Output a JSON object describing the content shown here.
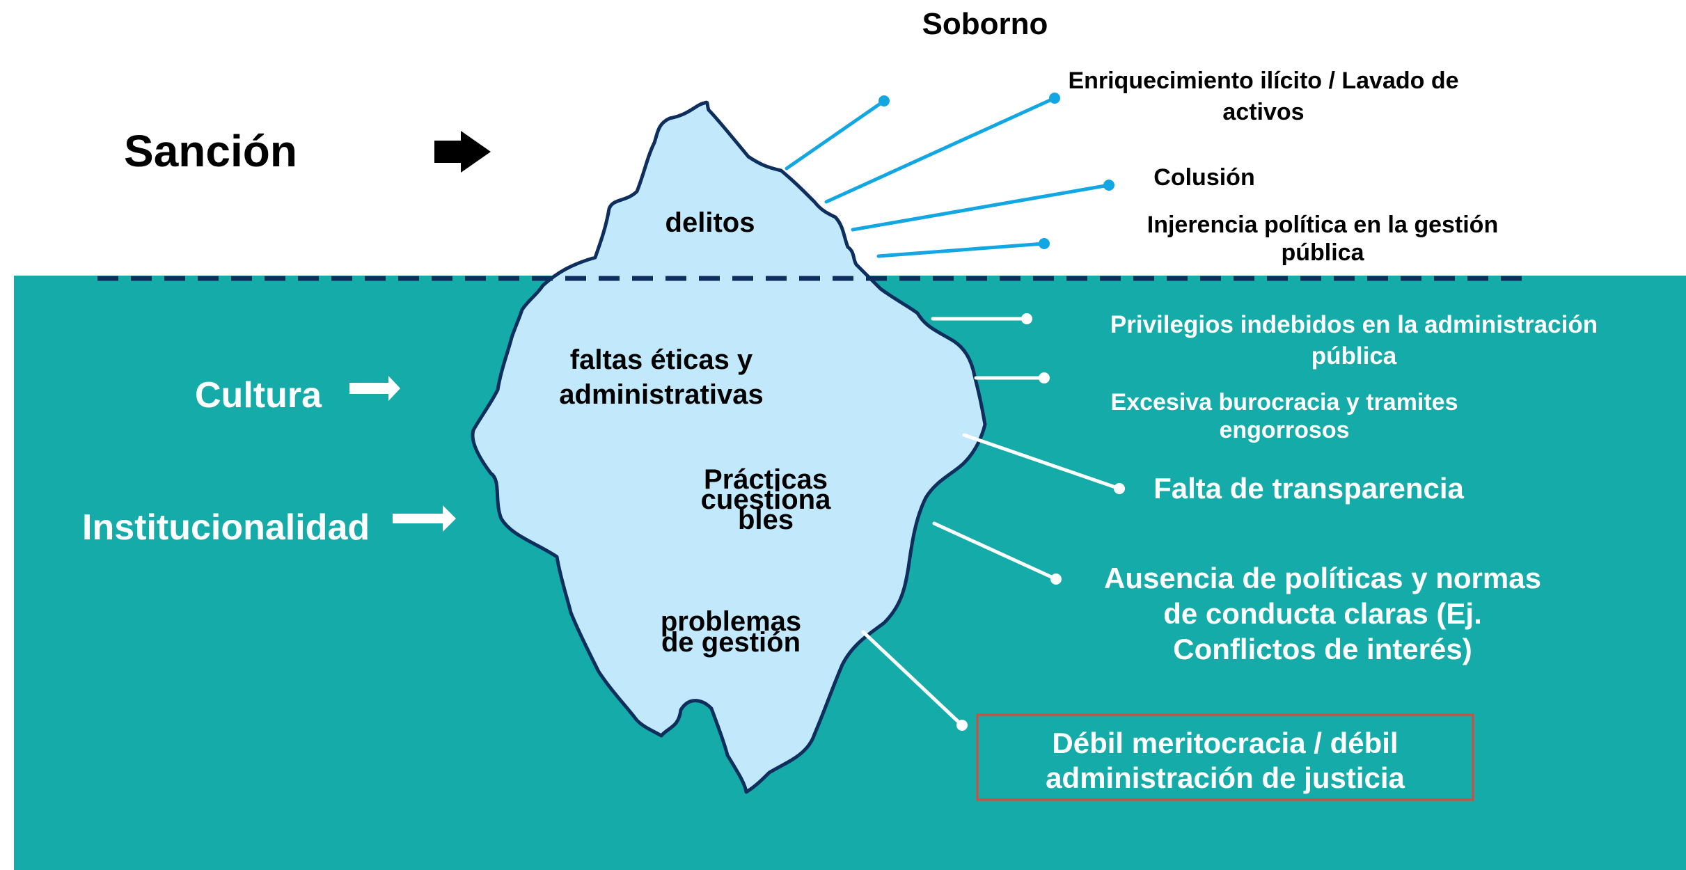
{
  "colors": {
    "water": "#14ABA8",
    "ice": "#C2E8FB",
    "ice_outline": "#0E2E5E",
    "above_lines": "#12A6E2",
    "below_lines": "#FFFFFF",
    "highlight_box": "#D94A3A"
  },
  "left_labels": {
    "sancion": "Sanción",
    "cultura": "Cultura",
    "institucionalidad": "Institucionalidad"
  },
  "iceberg": {
    "delitos": "delitos",
    "faltas_line1": "faltas éticas y",
    "faltas_line2": "administrativas",
    "practicas_line1": "Prácticas",
    "practicas_line2": "cuestiona",
    "practicas_line3": "bles",
    "problemas_line1": "problemas",
    "problemas_line2": "de gestión"
  },
  "above_items": {
    "soborno": "Soborno",
    "enriquecimiento_line1": "Enriquecimiento ilícito / Lavado de",
    "enriquecimiento_line2": "activos",
    "colusion": "Colusión",
    "injerencia_line1": "Injerencia política en la gestión",
    "injerencia_line2": "pública"
  },
  "below_items": {
    "privilegios_line1": "Privilegios indebidos en la administración",
    "privilegios_line2": "pública",
    "burocracia_line1": "Excesiva burocracia y tramites",
    "burocracia_line2": "engorrosos",
    "transparencia": "Falta de transparencia",
    "ausencia_line1": "Ausencia de políticas y normas",
    "ausencia_line2": "de conducta claras (Ej.",
    "ausencia_line3": "Conflictos de interés)",
    "debil_line1": "Débil meritocracia / débil",
    "debil_line2": "administración de justicia"
  }
}
